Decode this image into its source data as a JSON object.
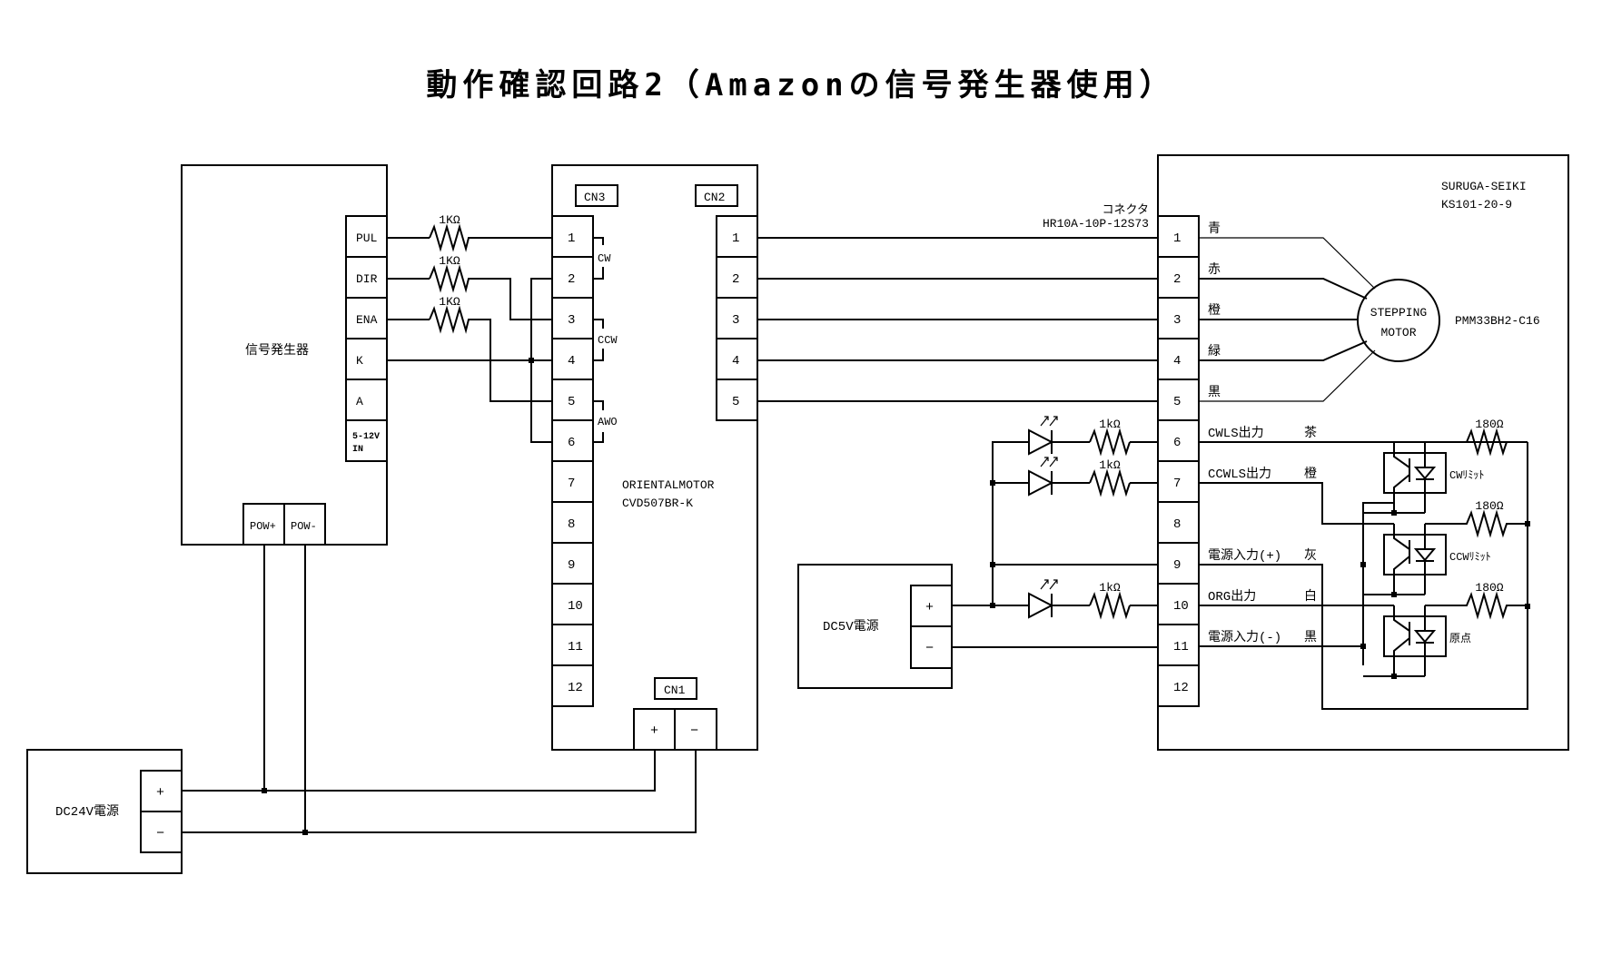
{
  "title": "動作確認回路2（Amazonの信号発生器使用）",
  "signal_generator": {
    "label": "信号発生器",
    "pins": [
      "PUL",
      "DIR",
      "ENA",
      "K",
      "A",
      "5-12V IN"
    ],
    "power_pins": [
      "POW+",
      "POW-"
    ]
  },
  "resistors_left": [
    "1KΩ",
    "1KΩ",
    "1KΩ"
  ],
  "driver": {
    "maker": "ORIENTALMOTOR",
    "model": "CVD507BR-K",
    "cn3_label": "CN3",
    "cn2_label": "CN2",
    "cn1_label": "CN1",
    "cn3_pins": [
      "1",
      "2",
      "3",
      "4",
      "5",
      "6",
      "7",
      "8",
      "9",
      "10",
      "11",
      "12"
    ],
    "cn2_pins": [
      "1",
      "2",
      "3",
      "4",
      "5"
    ],
    "cn3_groups": [
      "CW",
      "CCW",
      "AWO"
    ],
    "cn1_pins": [
      "+",
      "−"
    ]
  },
  "dc24v": {
    "label": "DC24V電源",
    "pins": [
      "+",
      "−"
    ]
  },
  "dc5v": {
    "label": "DC5V電源",
    "pins": [
      "+",
      "−"
    ]
  },
  "resistors_led": [
    "1kΩ",
    "1kΩ",
    "1kΩ"
  ],
  "stage": {
    "maker": "SURUGA-SEIKI",
    "model": "KS101-20-9",
    "connector_title": "コネクタ",
    "connector_model": "HR10A-10P-12S73",
    "pins": [
      "1",
      "2",
      "3",
      "4",
      "5",
      "6",
      "7",
      "8",
      "9",
      "10",
      "11",
      "12"
    ],
    "wire_colors": [
      "青",
      "赤",
      "橙",
      "緑",
      "黒"
    ],
    "signals": [
      {
        "name": "CWLS出力",
        "color": "茶"
      },
      {
        "name": "CCWLS出力",
        "color": "橙"
      },
      {
        "name": "電源入力(+)",
        "color": "灰"
      },
      {
        "name": "ORG出力",
        "color": "白"
      },
      {
        "name": "電源入力(-)",
        "color": "黒"
      }
    ],
    "motor_line1": "STEPPING",
    "motor_line2": "MOTOR",
    "motor_model": "PMM33BH2-C16",
    "pullup_resistors": [
      "180Ω",
      "180Ω",
      "180Ω"
    ],
    "sensor_labels": [
      "CWﾘﾐｯﾄ",
      "CCWﾘﾐｯﾄ",
      "原点"
    ]
  }
}
